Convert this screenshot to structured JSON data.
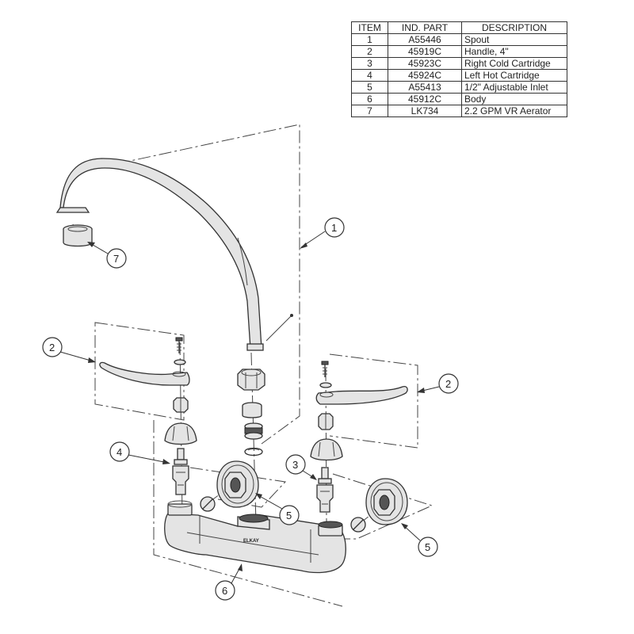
{
  "parts_table": {
    "headers": [
      "ITEM",
      "IND. PART",
      "DESCRIPTION"
    ],
    "rows": [
      {
        "item": "1",
        "part": "A55446",
        "description": "Spout"
      },
      {
        "item": "2",
        "part": "45919C",
        "description": "Handle, 4\""
      },
      {
        "item": "3",
        "part": "45923C",
        "description": "Right Cold Cartridge"
      },
      {
        "item": "4",
        "part": "45924C",
        "description": "Left Hot Cartridge"
      },
      {
        "item": "5",
        "part": "A55413",
        "description": "1/2\" Adjustable Inlet"
      },
      {
        "item": "6",
        "part": "45912C",
        "description": "Body"
      },
      {
        "item": "7",
        "part": "LK734",
        "description": "2.2 GPM VR Aerator"
      }
    ]
  },
  "callouts": {
    "spout": "1",
    "handle_left": "2",
    "handle_right": "2",
    "cartridge_right": "3",
    "cartridge_left": "4",
    "inlet_left": "5",
    "inlet_right": "5",
    "body": "6",
    "aerator": "7"
  },
  "body_brand": "ELKAY"
}
